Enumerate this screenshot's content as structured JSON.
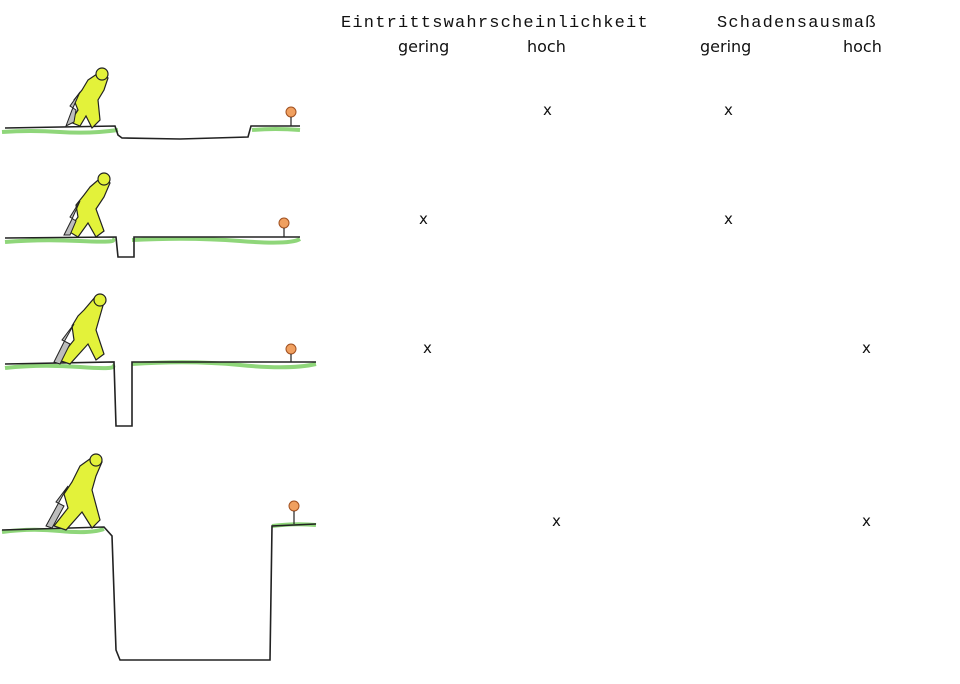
{
  "columns": {
    "probability": {
      "title": "Eintrittswahrscheinlichkeit",
      "low": "gering",
      "high": "hoch"
    },
    "impact": {
      "title": "Schadensausmaß",
      "low": "gering",
      "high": "hoch"
    }
  },
  "rows": [
    {
      "probability": "hoch",
      "impact": "gering",
      "probability_mark": "x",
      "impact_mark": "x"
    },
    {
      "probability": "gering",
      "impact": "gering",
      "probability_mark": "x",
      "impact_mark": "x"
    },
    {
      "probability": "gering",
      "impact": "hoch",
      "probability_mark": "x",
      "impact_mark": "x"
    },
    {
      "probability": "hoch",
      "impact": "hoch",
      "probability_mark": "x",
      "impact_mark": "x"
    }
  ],
  "colors": {
    "figure": "#e3f23a",
    "shadow": "#bdbdbd",
    "grass": "#8fd67a",
    "flower": "#f0a060",
    "ink": "#222222"
  }
}
